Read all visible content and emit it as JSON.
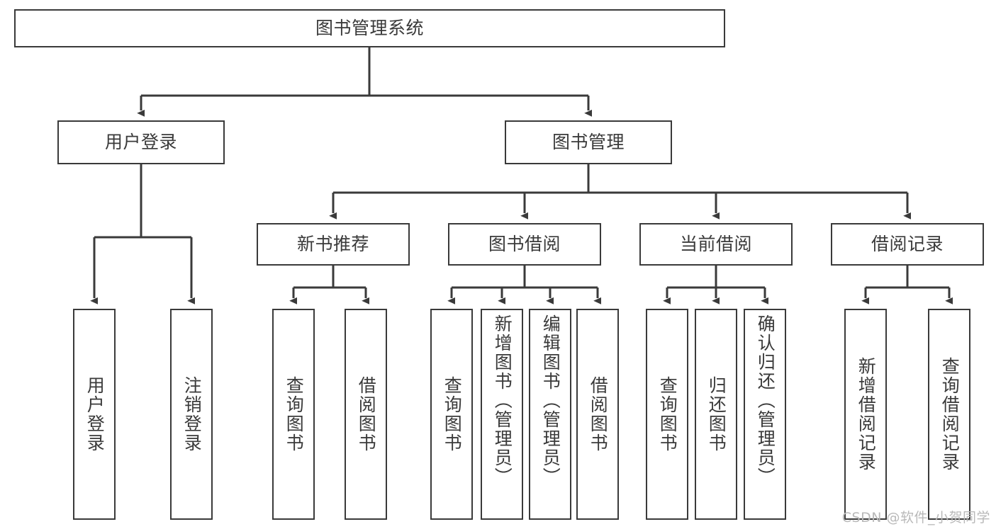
{
  "diagram": {
    "title": "图书管理系统",
    "type": "tree-hierarchy-chart",
    "watermark": "CSDN @软件_小贺同学",
    "colors": {
      "stroke": "#3a3a3a",
      "fill": "#ffffff",
      "text": "#3a3a3a",
      "watermark": "#b9b9b9"
    },
    "root": {
      "label": "图书管理系统"
    },
    "branches": [
      {
        "label": "用户登录"
      },
      {
        "label": "图书管理"
      }
    ],
    "categories": [
      {
        "label": "新书推荐"
      },
      {
        "label": "图书借阅"
      },
      {
        "label": "当前借阅"
      },
      {
        "label": "借阅记录"
      }
    ],
    "leaves": {
      "user_login": [
        {
          "label": "用户登录"
        },
        {
          "label": "注销登录"
        }
      ],
      "new_book_recommend": [
        {
          "label": "查询图书"
        },
        {
          "label": "借阅图书"
        }
      ],
      "book_borrow": [
        {
          "label": "查询图书"
        },
        {
          "label": "新增图书（管理员）"
        },
        {
          "label": "编辑图书（管理员）"
        },
        {
          "label": "借阅图书"
        }
      ],
      "current_borrow": [
        {
          "label": "查询图书"
        },
        {
          "label": "归还图书"
        },
        {
          "label": "确认归还（管理员）"
        }
      ],
      "borrow_record": [
        {
          "label": "新增借阅记录"
        },
        {
          "label": "查询借阅记录"
        }
      ]
    }
  }
}
